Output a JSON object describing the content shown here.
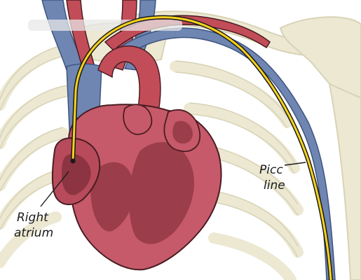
{
  "labels": {
    "right_atrium_line1": "Right",
    "right_atrium_line2": "atrium",
    "picc_line1": "Picc",
    "picc_line2": "line"
  },
  "colors": {
    "background": "#ffffff",
    "bone": "#ece8d2",
    "bone_outline": "#d8d3b6",
    "heart": "#c65a6a",
    "heart_dark": "#9c3d4c",
    "heart_outline": "#4a1c22",
    "vein": "#6f86b3",
    "vein_outline": "#3f5480",
    "artery": "#c24d59",
    "catheter_fill": "#f7d21c",
    "catheter_outline": "#1a1a1a"
  },
  "icons": {
    "anatomy": "heart-with-picc-line"
  }
}
